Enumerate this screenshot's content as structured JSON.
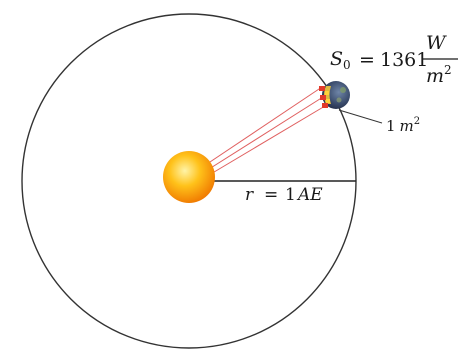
{
  "solar_constant": {
    "symbol": "S",
    "subscript": "0",
    "equals": "=",
    "value": "1361",
    "unit_numerator": "W",
    "unit_denominator": "m",
    "unit_denominator_exponent": "2"
  },
  "area_label": {
    "number": "1",
    "unit": "m",
    "exponent": "2"
  },
  "radius_label": {
    "symbol": "r",
    "equals": "=",
    "number": "1",
    "unit": "AE"
  },
  "colors": {
    "orbit": "#333333",
    "sun_core": "#fff2a0",
    "sun_mid": "#ffb300",
    "sun_edge": "#f07a00",
    "rays": "#e05050",
    "earth": "#2b3a5a",
    "earth_lit": "#f5d040"
  }
}
